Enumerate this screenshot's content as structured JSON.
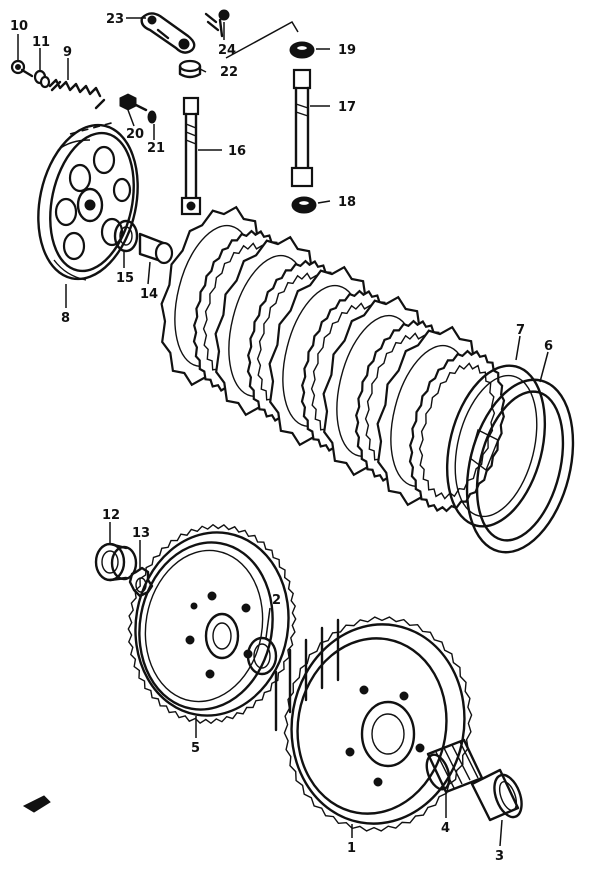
{
  "diagram": {
    "colors": {
      "ink": "#111111",
      "paper": "#ffffff"
    },
    "callouts": [
      {
        "id": "c10",
        "text": "10"
      },
      {
        "id": "c11",
        "text": "11"
      },
      {
        "id": "c9",
        "text": "9"
      },
      {
        "id": "c23",
        "text": "23"
      },
      {
        "id": "c24",
        "text": "24"
      },
      {
        "id": "c22",
        "text": "22"
      },
      {
        "id": "c19",
        "text": "19"
      },
      {
        "id": "c20",
        "text": "20"
      },
      {
        "id": "c21",
        "text": "21"
      },
      {
        "id": "c17",
        "text": "17"
      },
      {
        "id": "c16",
        "text": "16"
      },
      {
        "id": "c18",
        "text": "18"
      },
      {
        "id": "c15",
        "text": "15"
      },
      {
        "id": "c14",
        "text": "14"
      },
      {
        "id": "c8",
        "text": "8"
      },
      {
        "id": "c7",
        "text": "7"
      },
      {
        "id": "c6",
        "text": "6"
      },
      {
        "id": "c12",
        "text": "12"
      },
      {
        "id": "c13",
        "text": "13"
      },
      {
        "id": "c2",
        "text": "2"
      },
      {
        "id": "c5",
        "text": "5"
      },
      {
        "id": "c4",
        "text": "4"
      },
      {
        "id": "c1",
        "text": "1"
      },
      {
        "id": "c3",
        "text": "3"
      }
    ]
  }
}
